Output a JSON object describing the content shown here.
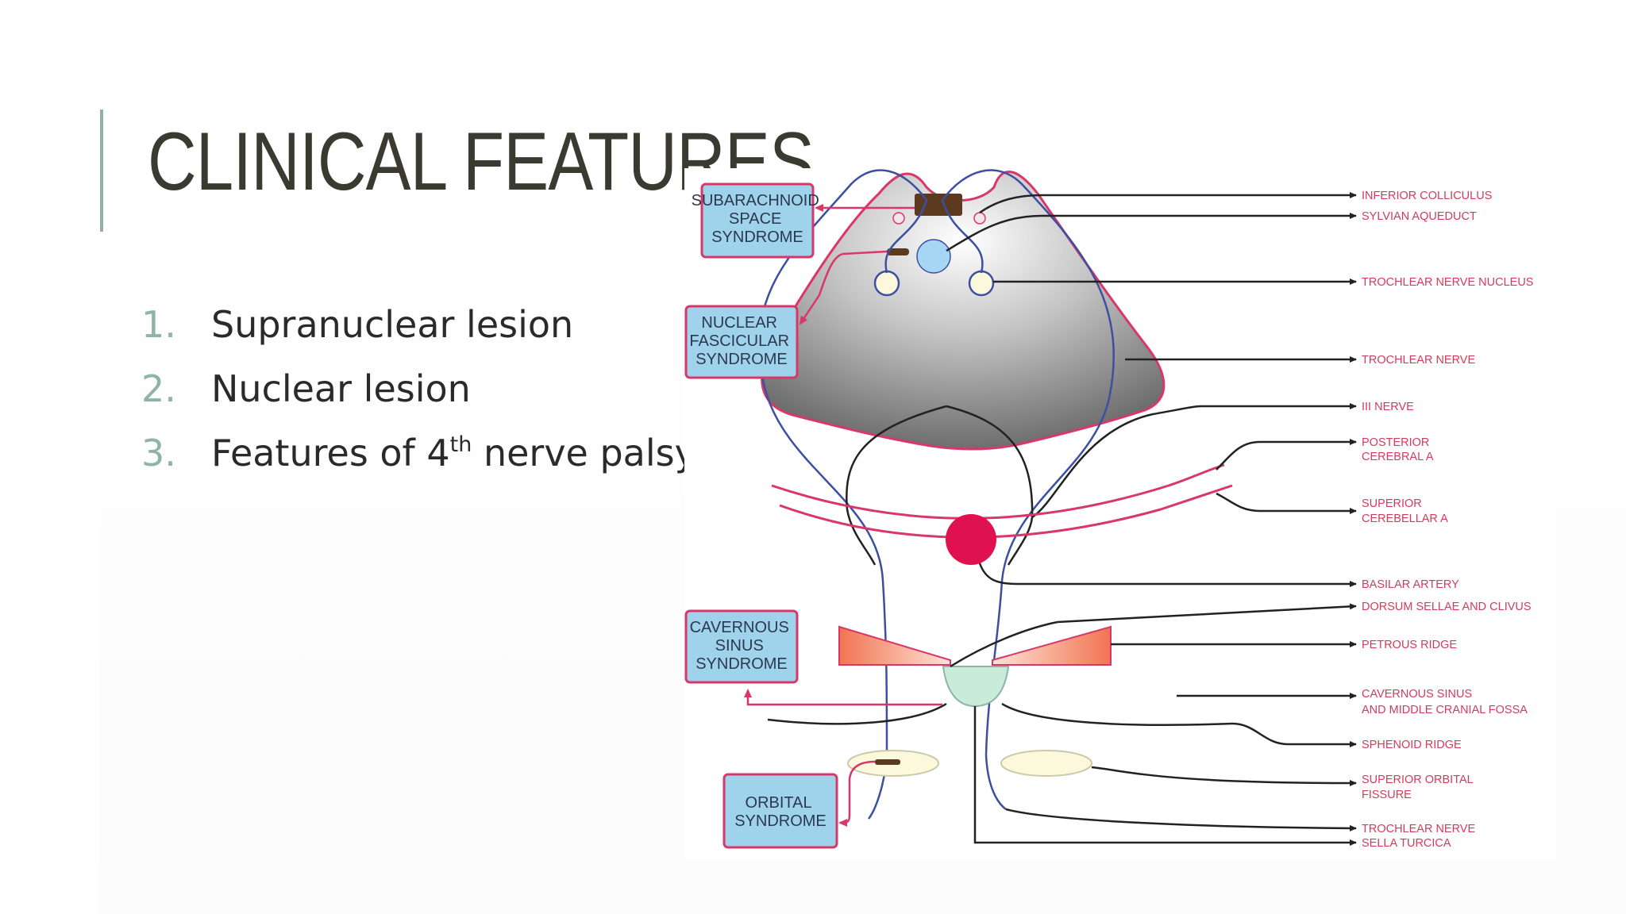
{
  "slide": {
    "title": "CLINICAL FEATURES",
    "items": [
      {
        "number": "1.",
        "text": "Supranuclear lesion"
      },
      {
        "number": "2.",
        "text": "Nuclear lesion"
      },
      {
        "number": "3.",
        "text_before": "Features of 4",
        "superscript": "th",
        "text_after": " nerve palsy"
      }
    ]
  },
  "diagram": {
    "syndrome_boxes": [
      {
        "lines": [
          "SUBARACHNOID",
          "SPACE",
          "SYNDROME"
        ]
      },
      {
        "lines": [
          "NUCLEAR",
          "FASCICULAR",
          "SYNDROME"
        ]
      },
      {
        "lines": [
          "CAVERNOUS",
          "SINUS",
          "SYNDROME"
        ]
      },
      {
        "lines": [
          "ORBITAL",
          "SYNDROME"
        ]
      }
    ],
    "structure_labels": [
      {
        "lines": [
          "INFERIOR COLLICULUS"
        ]
      },
      {
        "lines": [
          "SYLVIAN AQUEDUCT"
        ]
      },
      {
        "lines": [
          "TROCHLEAR NERVE NUCLEUS"
        ]
      },
      {
        "lines": [
          "TROCHLEAR NERVE"
        ]
      },
      {
        "lines": [
          "III NERVE"
        ]
      },
      {
        "lines": [
          "POSTERIOR",
          "CEREBRAL A"
        ]
      },
      {
        "lines": [
          "SUPERIOR",
          "CEREBELLAR A"
        ]
      },
      {
        "lines": [
          "BASILAR ARTERY"
        ]
      },
      {
        "lines": [
          "DORSUM SELLAE AND CLIVUS"
        ]
      },
      {
        "lines": [
          "PETROUS RIDGE"
        ]
      },
      {
        "lines": [
          "CAVERNOUS SINUS",
          "AND MIDDLE CRANIAL FOSSA"
        ]
      },
      {
        "lines": [
          "SPHENOID RIDGE"
        ]
      },
      {
        "lines": [
          "SUPERIOR ORBITAL",
          "FISSURE"
        ]
      },
      {
        "lines": [
          "TROCHLEAR NERVE"
        ]
      },
      {
        "lines": [
          "SELLA TURCICA"
        ]
      }
    ],
    "colors": {
      "box_fill": "#9fd3ec",
      "box_border": "#d9376a",
      "label_text": "#d23c5c",
      "nerve": "#3c4fa0",
      "artery": "#e0114f",
      "pointer": "#222222",
      "title_text": "#3b3a30",
      "accent": "#8fb3a8"
    }
  }
}
